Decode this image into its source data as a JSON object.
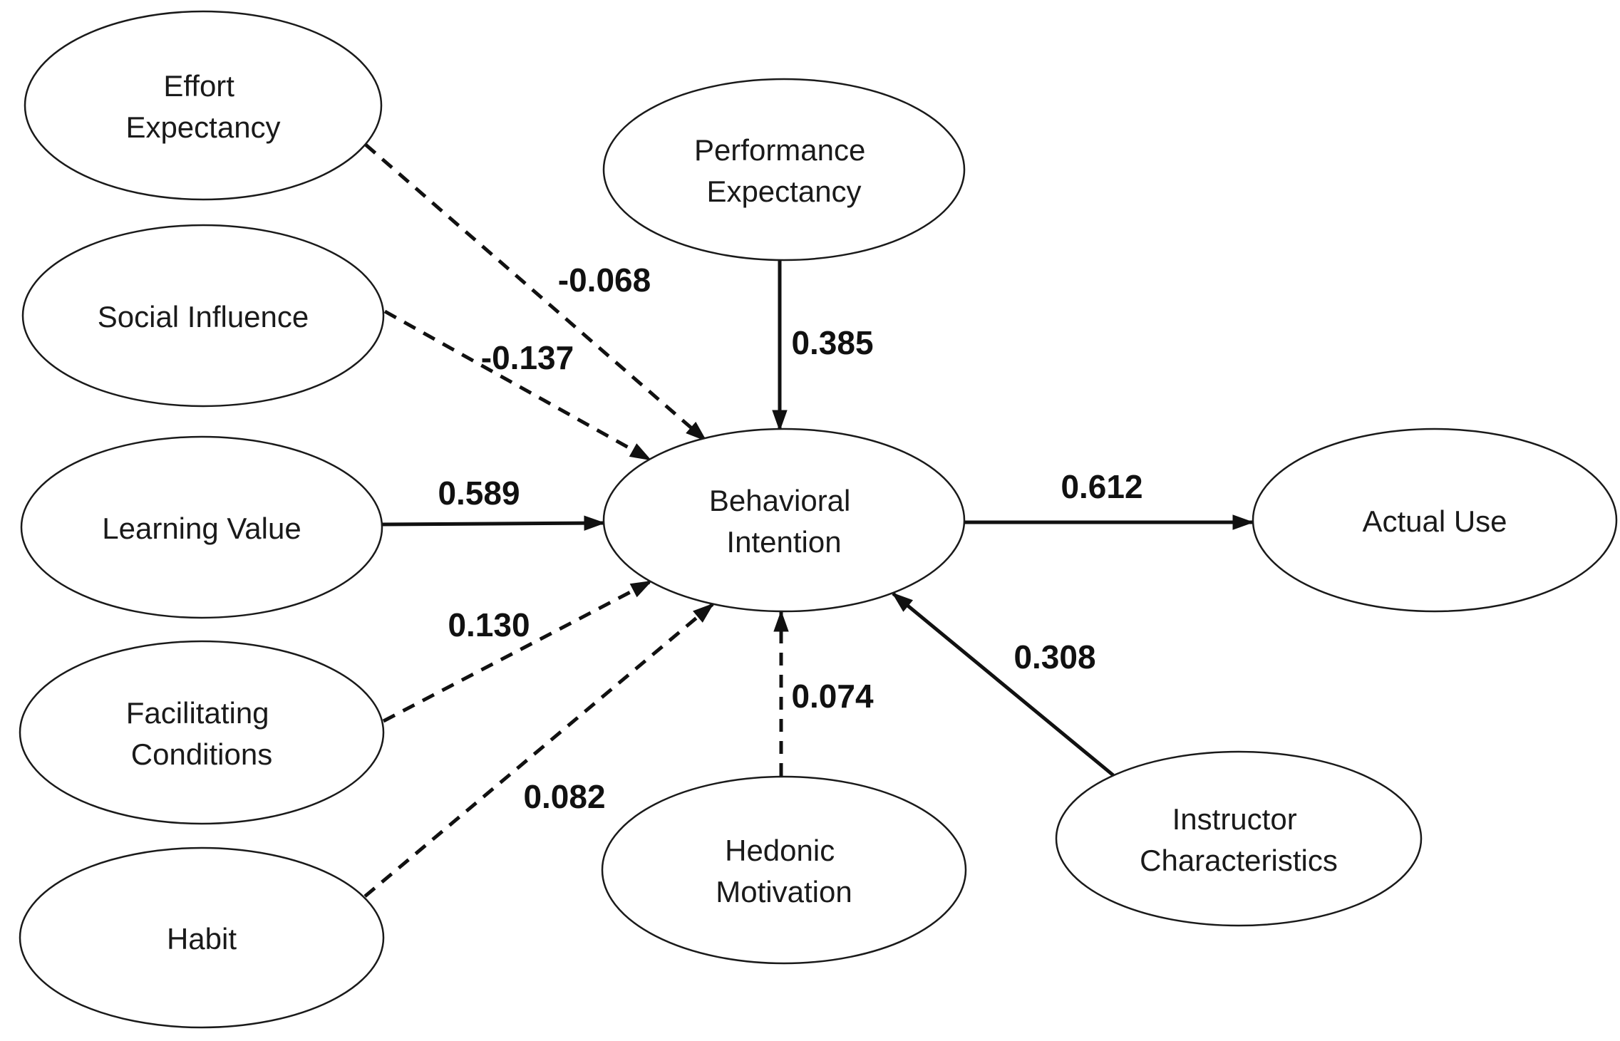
{
  "diagram": {
    "type": "sem-path-diagram",
    "background_color": "#ffffff",
    "stroke_color": "#111111",
    "nodes": {
      "effort_expectancy": {
        "lines": [
          "Effort",
          "Expectancy"
        ]
      },
      "social_influence": {
        "lines": [
          "Social Influence"
        ]
      },
      "learning_value": {
        "lines": [
          "Learning Value"
        ]
      },
      "facilitating_conditions": {
        "lines": [
          "Facilitating",
          "Conditions"
        ]
      },
      "habit": {
        "lines": [
          "Habit"
        ]
      },
      "performance_expectancy": {
        "lines": [
          "Performance",
          "Expectancy"
        ]
      },
      "behavioral_intention": {
        "lines": [
          "Behavioral",
          "Intention"
        ]
      },
      "actual_use": {
        "lines": [
          "Actual Use"
        ]
      },
      "hedonic_motivation": {
        "lines": [
          "Hedonic",
          "Motivation"
        ]
      },
      "instructor_characteristics": {
        "lines": [
          "Instructor",
          "Characteristics"
        ]
      }
    },
    "edges": {
      "effort_to_bi": {
        "from": "Effort Expectancy",
        "to": "Behavioral Intention",
        "coefficient": "-0.068",
        "style": "dashed"
      },
      "social_to_bi": {
        "from": "Social Influence",
        "to": "Behavioral Intention",
        "coefficient": "-0.137",
        "style": "dashed"
      },
      "learning_to_bi": {
        "from": "Learning Value",
        "to": "Behavioral Intention",
        "coefficient": "0.589",
        "style": "solid"
      },
      "fc_to_bi": {
        "from": "Facilitating Conditions",
        "to": "Behavioral Intention",
        "coefficient": "0.130",
        "style": "dashed"
      },
      "habit_to_bi": {
        "from": "Habit",
        "to": "Behavioral Intention",
        "coefficient": "0.082",
        "style": "dashed"
      },
      "performance_to_bi": {
        "from": "Performance Expectancy",
        "to": "Behavioral Intention",
        "coefficient": "0.385",
        "style": "solid"
      },
      "hedonic_to_bi": {
        "from": "Hedonic Motivation",
        "to": "Behavioral Intention",
        "coefficient": "0.074",
        "style": "dashed"
      },
      "instructor_to_bi": {
        "from": "Instructor Characteristics",
        "to": "Behavioral Intention",
        "coefficient": "0.308",
        "style": "solid"
      },
      "bi_to_actual": {
        "from": "Behavioral Intention",
        "to": "Actual Use",
        "coefficient": "0.612",
        "style": "solid"
      }
    }
  }
}
